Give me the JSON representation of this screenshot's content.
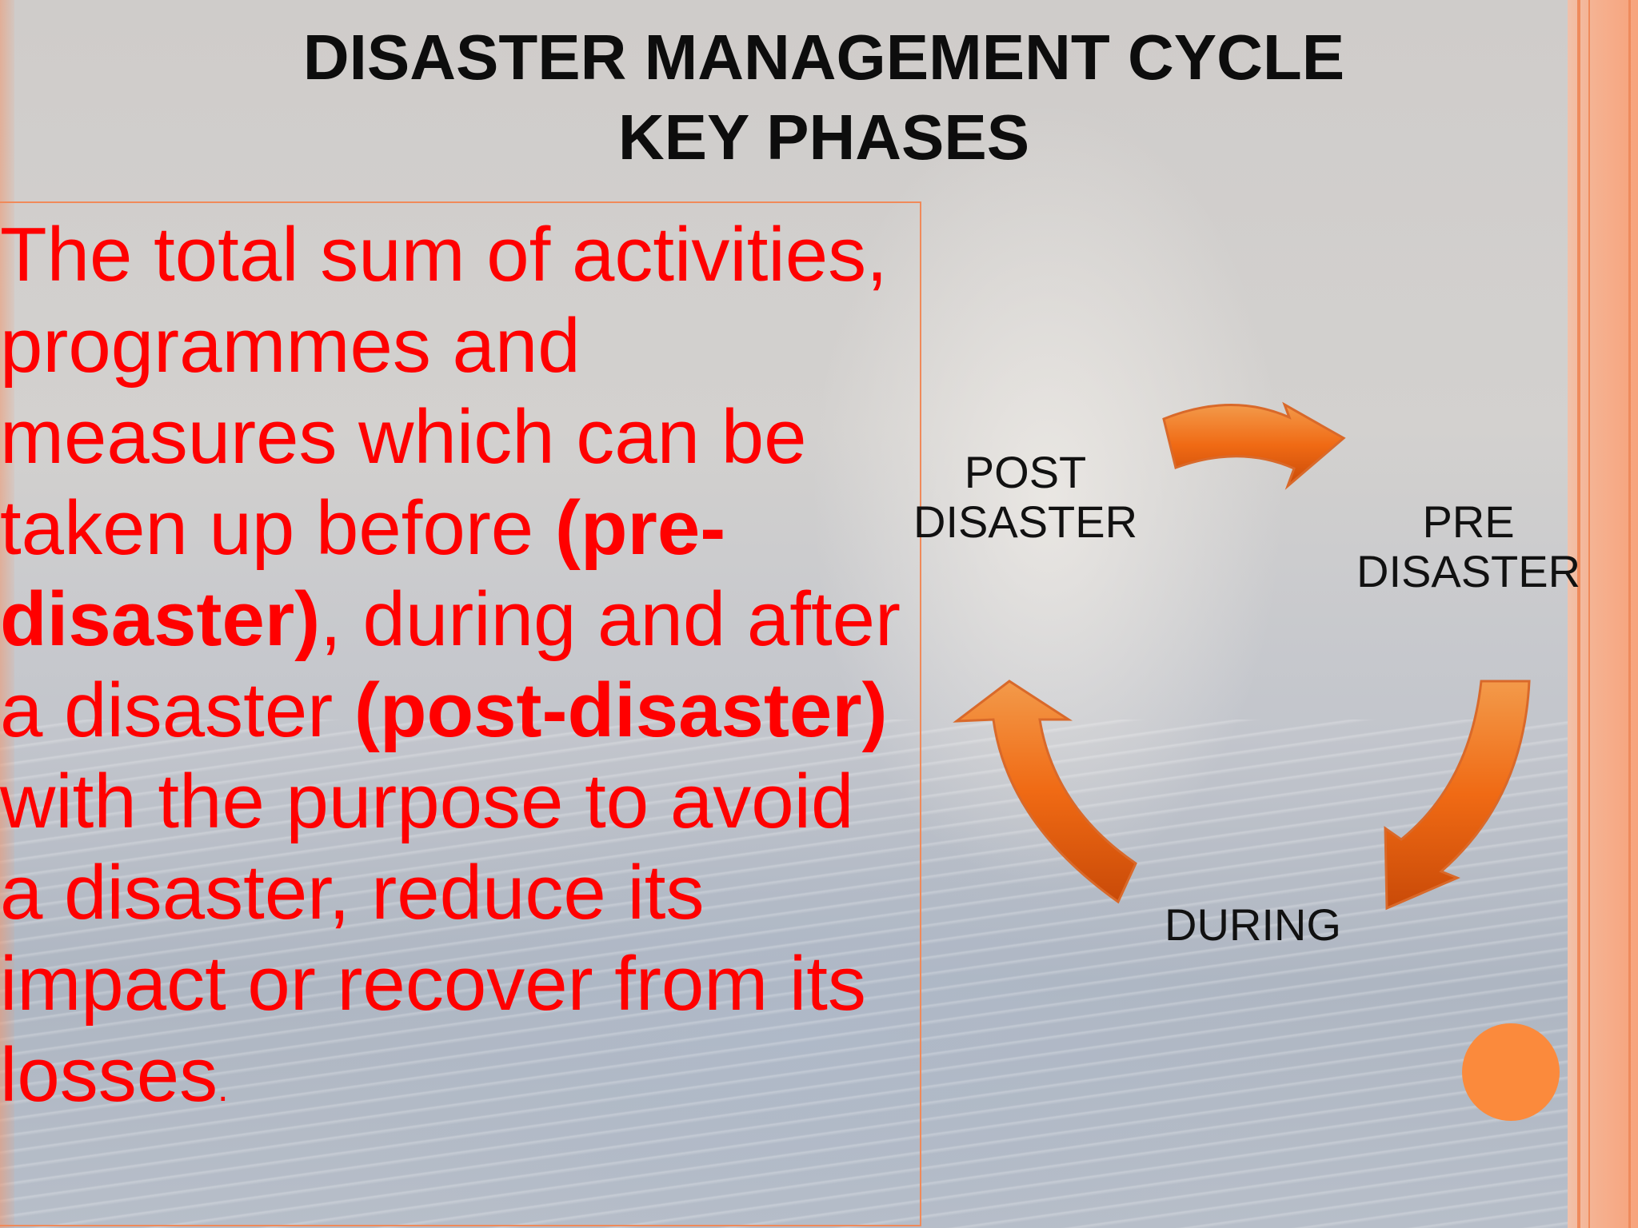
{
  "title": {
    "line1": "DISASTER MANAGEMENT CYCLE",
    "line2": "KEY PHASES"
  },
  "body": {
    "t1": "The total sum of activities, programmes and measures which can be taken up before ",
    "t2": "(pre-disaster)",
    "t3": ", during and after a disaster ",
    "t4": "(post-disaster)",
    "t5": " with the purpose to avoid a disaster, reduce its impact or recover from its losses",
    "t6": "."
  },
  "cycle": {
    "post": {
      "line1": "POST",
      "line2": "DISASTER"
    },
    "pre": {
      "line1": "PRE",
      "line2": "DISASTER"
    },
    "during": "DURING"
  },
  "colors": {
    "accent_red": "#ff0000",
    "arrow_orange": "#f06a14",
    "border_orange": "#f08a5a",
    "circle_orange": "#fb8a3c"
  }
}
